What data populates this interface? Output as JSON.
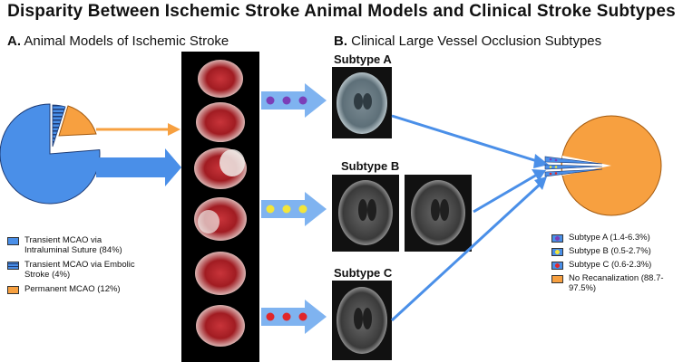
{
  "figure": {
    "title": "Disparity Between Ischemic Stroke Animal Models and Clinical Stroke Subtypes"
  },
  "section_a": {
    "letter": "A.",
    "title": "Animal Models of Ischemic Stroke"
  },
  "section_b": {
    "letter": "B.",
    "title": "Clinical Large Vessel Occlusion Subtypes"
  },
  "subtypes": {
    "a_label": "Subtype A",
    "b_label": "Subtype B",
    "c_label": "Subtype C"
  },
  "legend_left": [
    {
      "label": "Transient MCAO via Intraluminal Suture (84%)",
      "color": "#4a8fe8"
    },
    {
      "label": "Transient MCAO via Embolic Stroke (4%)",
      "color": "#2a4a8a"
    },
    {
      "label": "Permanent MCAO (12%)",
      "color": "#f7a040"
    }
  ],
  "legend_right": [
    {
      "label": "Subtype A (1.4-6.3%)",
      "color": "#4a8fe8",
      "dot": "#7b3fb8"
    },
    {
      "label": "Subtype B (0.5-2.7%)",
      "color": "#4a8fe8",
      "dot": "#f3e53a"
    },
    {
      "label": "Subtype C (0.6-2.3%)",
      "color": "#4a8fe8",
      "dot": "#e0262a"
    },
    {
      "label": "No Recanalization (88.7-97.5%)",
      "color": "#f7a040"
    }
  ],
  "colors": {
    "blue": "#4a8fe8",
    "light_blue": "#7fb3f0",
    "orange": "#f7a040",
    "purple": "#7b3fb8",
    "yellow": "#f3e53a",
    "red": "#e0262a"
  },
  "icons": {
    "arrow": "right-arrow-icon",
    "dots": "colored-dot-icon"
  }
}
